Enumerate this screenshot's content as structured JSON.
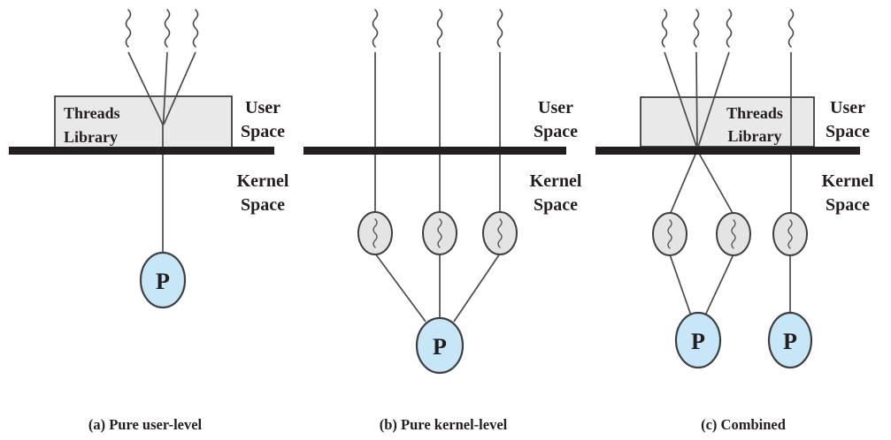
{
  "panels": [
    {
      "caption": "(a) Pure user-level",
      "threads_library": {
        "line1": "Threads",
        "line2": "Library"
      },
      "user_space": {
        "line1": "User",
        "line2": "Space"
      },
      "kernel_space": {
        "line1": "Kernel",
        "line2": "Space"
      },
      "processes": [
        "P"
      ],
      "user_thread_count": 3,
      "kernel_thread_count": 0
    },
    {
      "caption": "(b) Pure kernel-level",
      "user_space": {
        "line1": "User",
        "line2": "Space"
      },
      "kernel_space": {
        "line1": "Kernel",
        "line2": "Space"
      },
      "processes": [
        "P"
      ],
      "user_thread_count": 3,
      "kernel_thread_count": 3
    },
    {
      "caption": "(c) Combined",
      "threads_library": {
        "line1": "Threads",
        "line2": "Library"
      },
      "user_space": {
        "line1": "User",
        "line2": "Space"
      },
      "kernel_space": {
        "line1": "Kernel",
        "line2": "Space"
      },
      "processes": [
        "P",
        "P"
      ],
      "user_thread_count": 4,
      "kernel_thread_count": 3
    }
  ],
  "colors": {
    "process_fill": "#c7e7f8",
    "library_box_fill": "#e9e9e9",
    "kernel_thread_fill": "#e4e4e5",
    "divider_bar": "#231f20"
  }
}
